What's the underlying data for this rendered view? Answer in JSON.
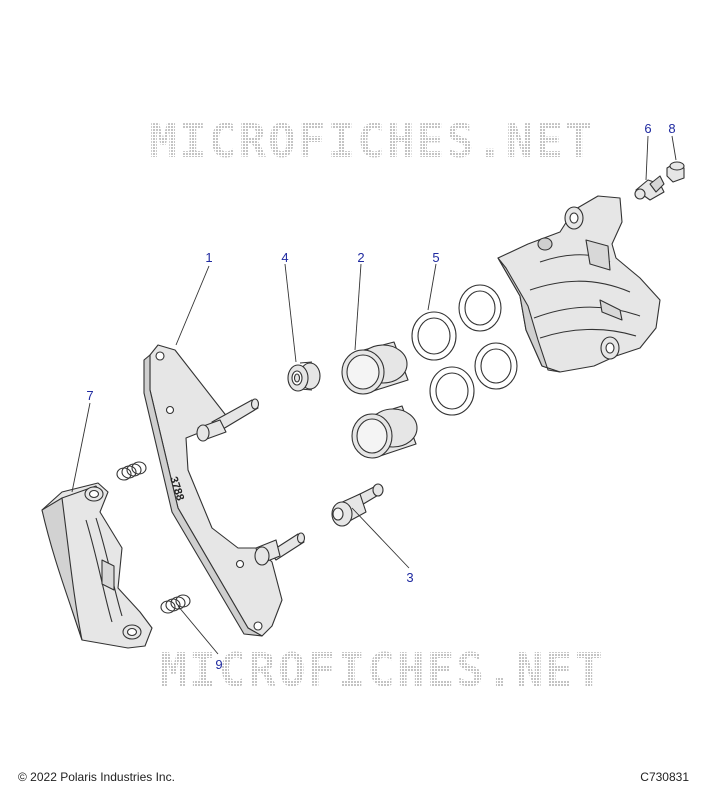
{
  "watermark": "MICROFICHES.NET",
  "part_mark": "3788",
  "callouts": {
    "c1": "1",
    "c2": "2",
    "c3": "3",
    "c4": "4",
    "c5": "5",
    "c6": "6",
    "c7": "7",
    "c8": "8",
    "c9": "9"
  },
  "footer": {
    "copyright": "© 2022 Polaris Industries Inc.",
    "figure_code": "C730831"
  },
  "colors": {
    "callout": "#1f2aa0",
    "line": "#333333",
    "part_fill": "#e6e6e6",
    "watermark": "#c9c9c9"
  }
}
